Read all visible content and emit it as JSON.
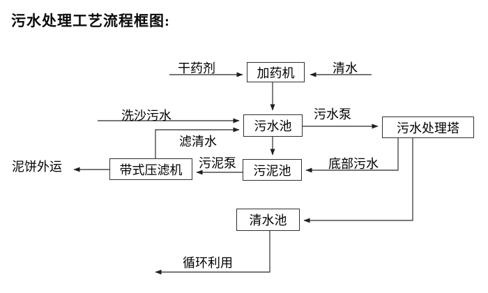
{
  "title": "污水处理工艺流程框图:",
  "colors": {
    "background": "#ffffff",
    "line": "#4a4a4a",
    "arrowhead": "#1f1f1f",
    "box_border": "#2f2f2f",
    "text": "#000000"
  },
  "nodes": {
    "dosing": {
      "label": "加药机"
    },
    "sewage_pool": {
      "label": "污水池"
    },
    "treatment_tower": {
      "label": "污水处理塔"
    },
    "belt_filter": {
      "label": "带式压滤机"
    },
    "sludge_pool": {
      "label": "污泥池"
    },
    "clean_pool": {
      "label": "清水池"
    }
  },
  "edges": [
    {
      "id": "dry-agent",
      "from": "external",
      "to": "dosing",
      "label": "干药剂"
    },
    {
      "id": "clean-water",
      "from": "external",
      "to": "dosing",
      "label": "清水"
    },
    {
      "id": "dosing-to-sewage",
      "from": "dosing",
      "to": "sewage_pool",
      "label": ""
    },
    {
      "id": "sand-wash",
      "from": "external",
      "to": "sewage_pool",
      "label": "洗沙污水"
    },
    {
      "id": "filtered-water",
      "from": "belt_filter",
      "to": "sewage_pool",
      "label": "滤清水"
    },
    {
      "id": "sewage-pump",
      "from": "sewage_pool",
      "to": "treatment_tower",
      "label": "污水泵"
    },
    {
      "id": "sewage-to-sludge",
      "from": "sewage_pool",
      "to": "sludge_pool",
      "label": ""
    },
    {
      "id": "bottom-sewage",
      "from": "treatment_tower",
      "to": "sludge_pool",
      "label": "底部污水"
    },
    {
      "id": "sludge-pump",
      "from": "sludge_pool",
      "to": "belt_filter",
      "label": "污泥泵"
    },
    {
      "id": "mud-cake-out",
      "from": "belt_filter",
      "to": "external",
      "label": "泥饼外运"
    },
    {
      "id": "tower-to-clean",
      "from": "treatment_tower",
      "to": "clean_pool",
      "label": ""
    },
    {
      "id": "recycle",
      "from": "clean_pool",
      "to": "external",
      "label": "循环利用"
    }
  ]
}
